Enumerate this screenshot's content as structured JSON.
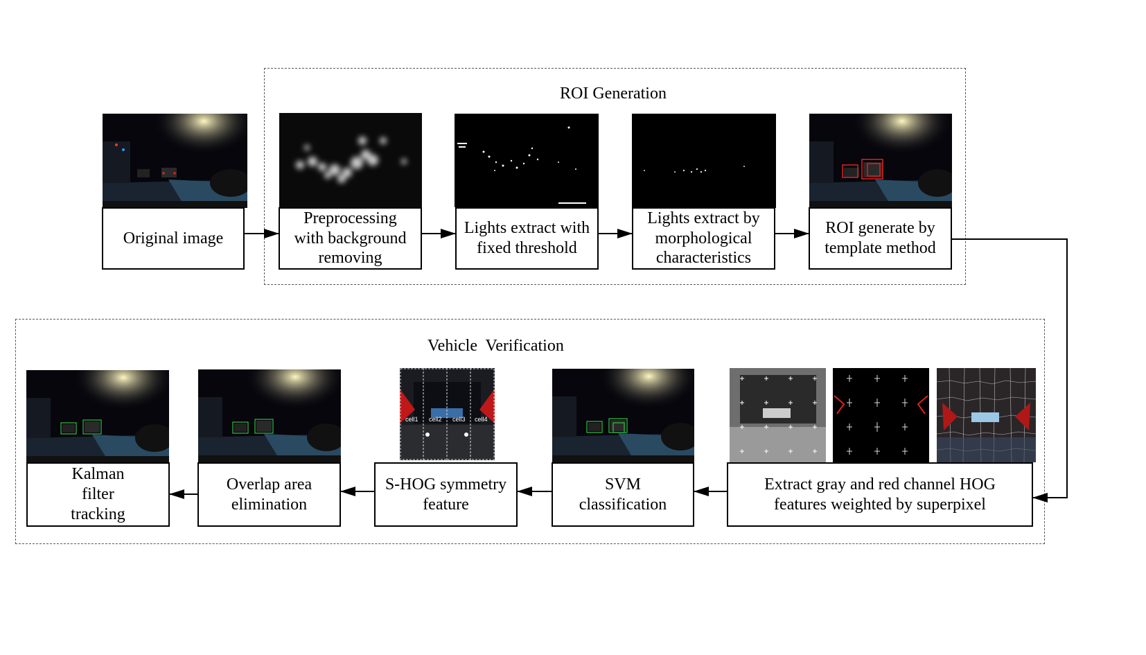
{
  "groups": {
    "roi_generation": "ROI Generation",
    "vehicle_verification": "Vehicle  Verification"
  },
  "steps": {
    "original_image": "Original image",
    "preprocessing": "Preprocessing with background removing",
    "lights_fixed_threshold": "Lights extract with fixed threshold",
    "lights_morphological": "Lights extract by morphological characteristics",
    "roi_template": "ROI generate by template method",
    "extract_hog": "Extract gray and red channel HOG features weighted by superpixel",
    "svm": "SVM classification",
    "shog": "S-HOG symmetry feature",
    "overlap": "Overlap area elimination",
    "kalman": "Kalman filter tracking"
  },
  "shog_cells": [
    "cell1",
    "cell2",
    "cell3",
    "cell4"
  ],
  "colors": {
    "box_border": "#000000",
    "group_border": "#555555",
    "roi_marker": "#e02020",
    "detection_marker": "#30c040"
  }
}
